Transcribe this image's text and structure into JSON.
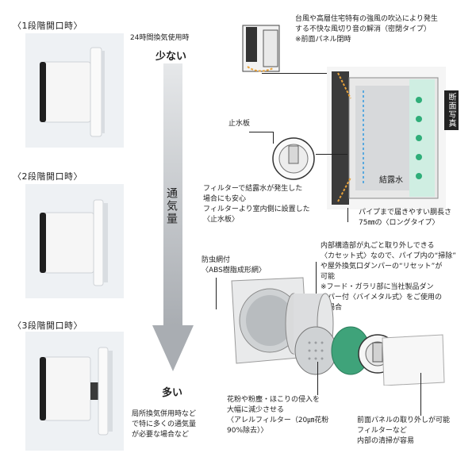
{
  "stages": [
    {
      "label": "〈1段階開口時〉"
    },
    {
      "label": "〈2段階開口時〉"
    },
    {
      "label": "〈3段階開口時〉"
    }
  ],
  "airflow": {
    "top_note": "24時間換気使用時",
    "low_label": "少ない",
    "axis_label": "通気量",
    "high_label": "多い",
    "bottom_note": [
      "局所換気併用時など",
      "で特に多くの通気量",
      "が必要な場合など"
    ]
  },
  "callouts": {
    "wind": [
      "台風や高層住宅特有の強風の吹込により発生",
      "する不快な風切り音の解消（密閉タイプ）",
      "※前面パネル閉時"
    ],
    "section_tag": "断面写真",
    "water_plate_label": "止水板",
    "condensation_label": "結露水",
    "filter_note": [
      "フィルターで結露水が発生した",
      "場合にも安心",
      "フィルターより室内側に設置した",
      "〈止水板〉"
    ],
    "pipe_note": [
      "パイプまで届きやすい胴長さ",
      "75㎜の〈ロングタイプ〉"
    ],
    "cassette_note": [
      "内部構造部が丸ごと取り外しできる",
      "〈カセット式〉なので、パイプ内の“掃除”",
      "や屋外換気口ダンパーの“リセット”が",
      "可能",
      "※フード・ガラリ部に当社製品ダン",
      "　パー付〈バイメタル式〉をご使用の",
      "　場合"
    ],
    "mesh_label": [
      "防虫網付",
      "〈ABS樹脂成形網〉"
    ],
    "pollen_note": [
      "花粉や粉塵・ほこりの侵入を",
      "大幅に減少させる",
      "〈アレルフィルター（20㎛花粉",
      "90%除去）〉"
    ],
    "panel_note": [
      "前面パネルの取り外しが可能",
      "フィルターなど",
      "内部の清掃が容易"
    ]
  },
  "colors": {
    "panel_bg": "#eef1f4",
    "arrow_gray": "#b9bcc0",
    "filter_green": "#3fa37a",
    "frame_white": "#f4f4f4"
  }
}
